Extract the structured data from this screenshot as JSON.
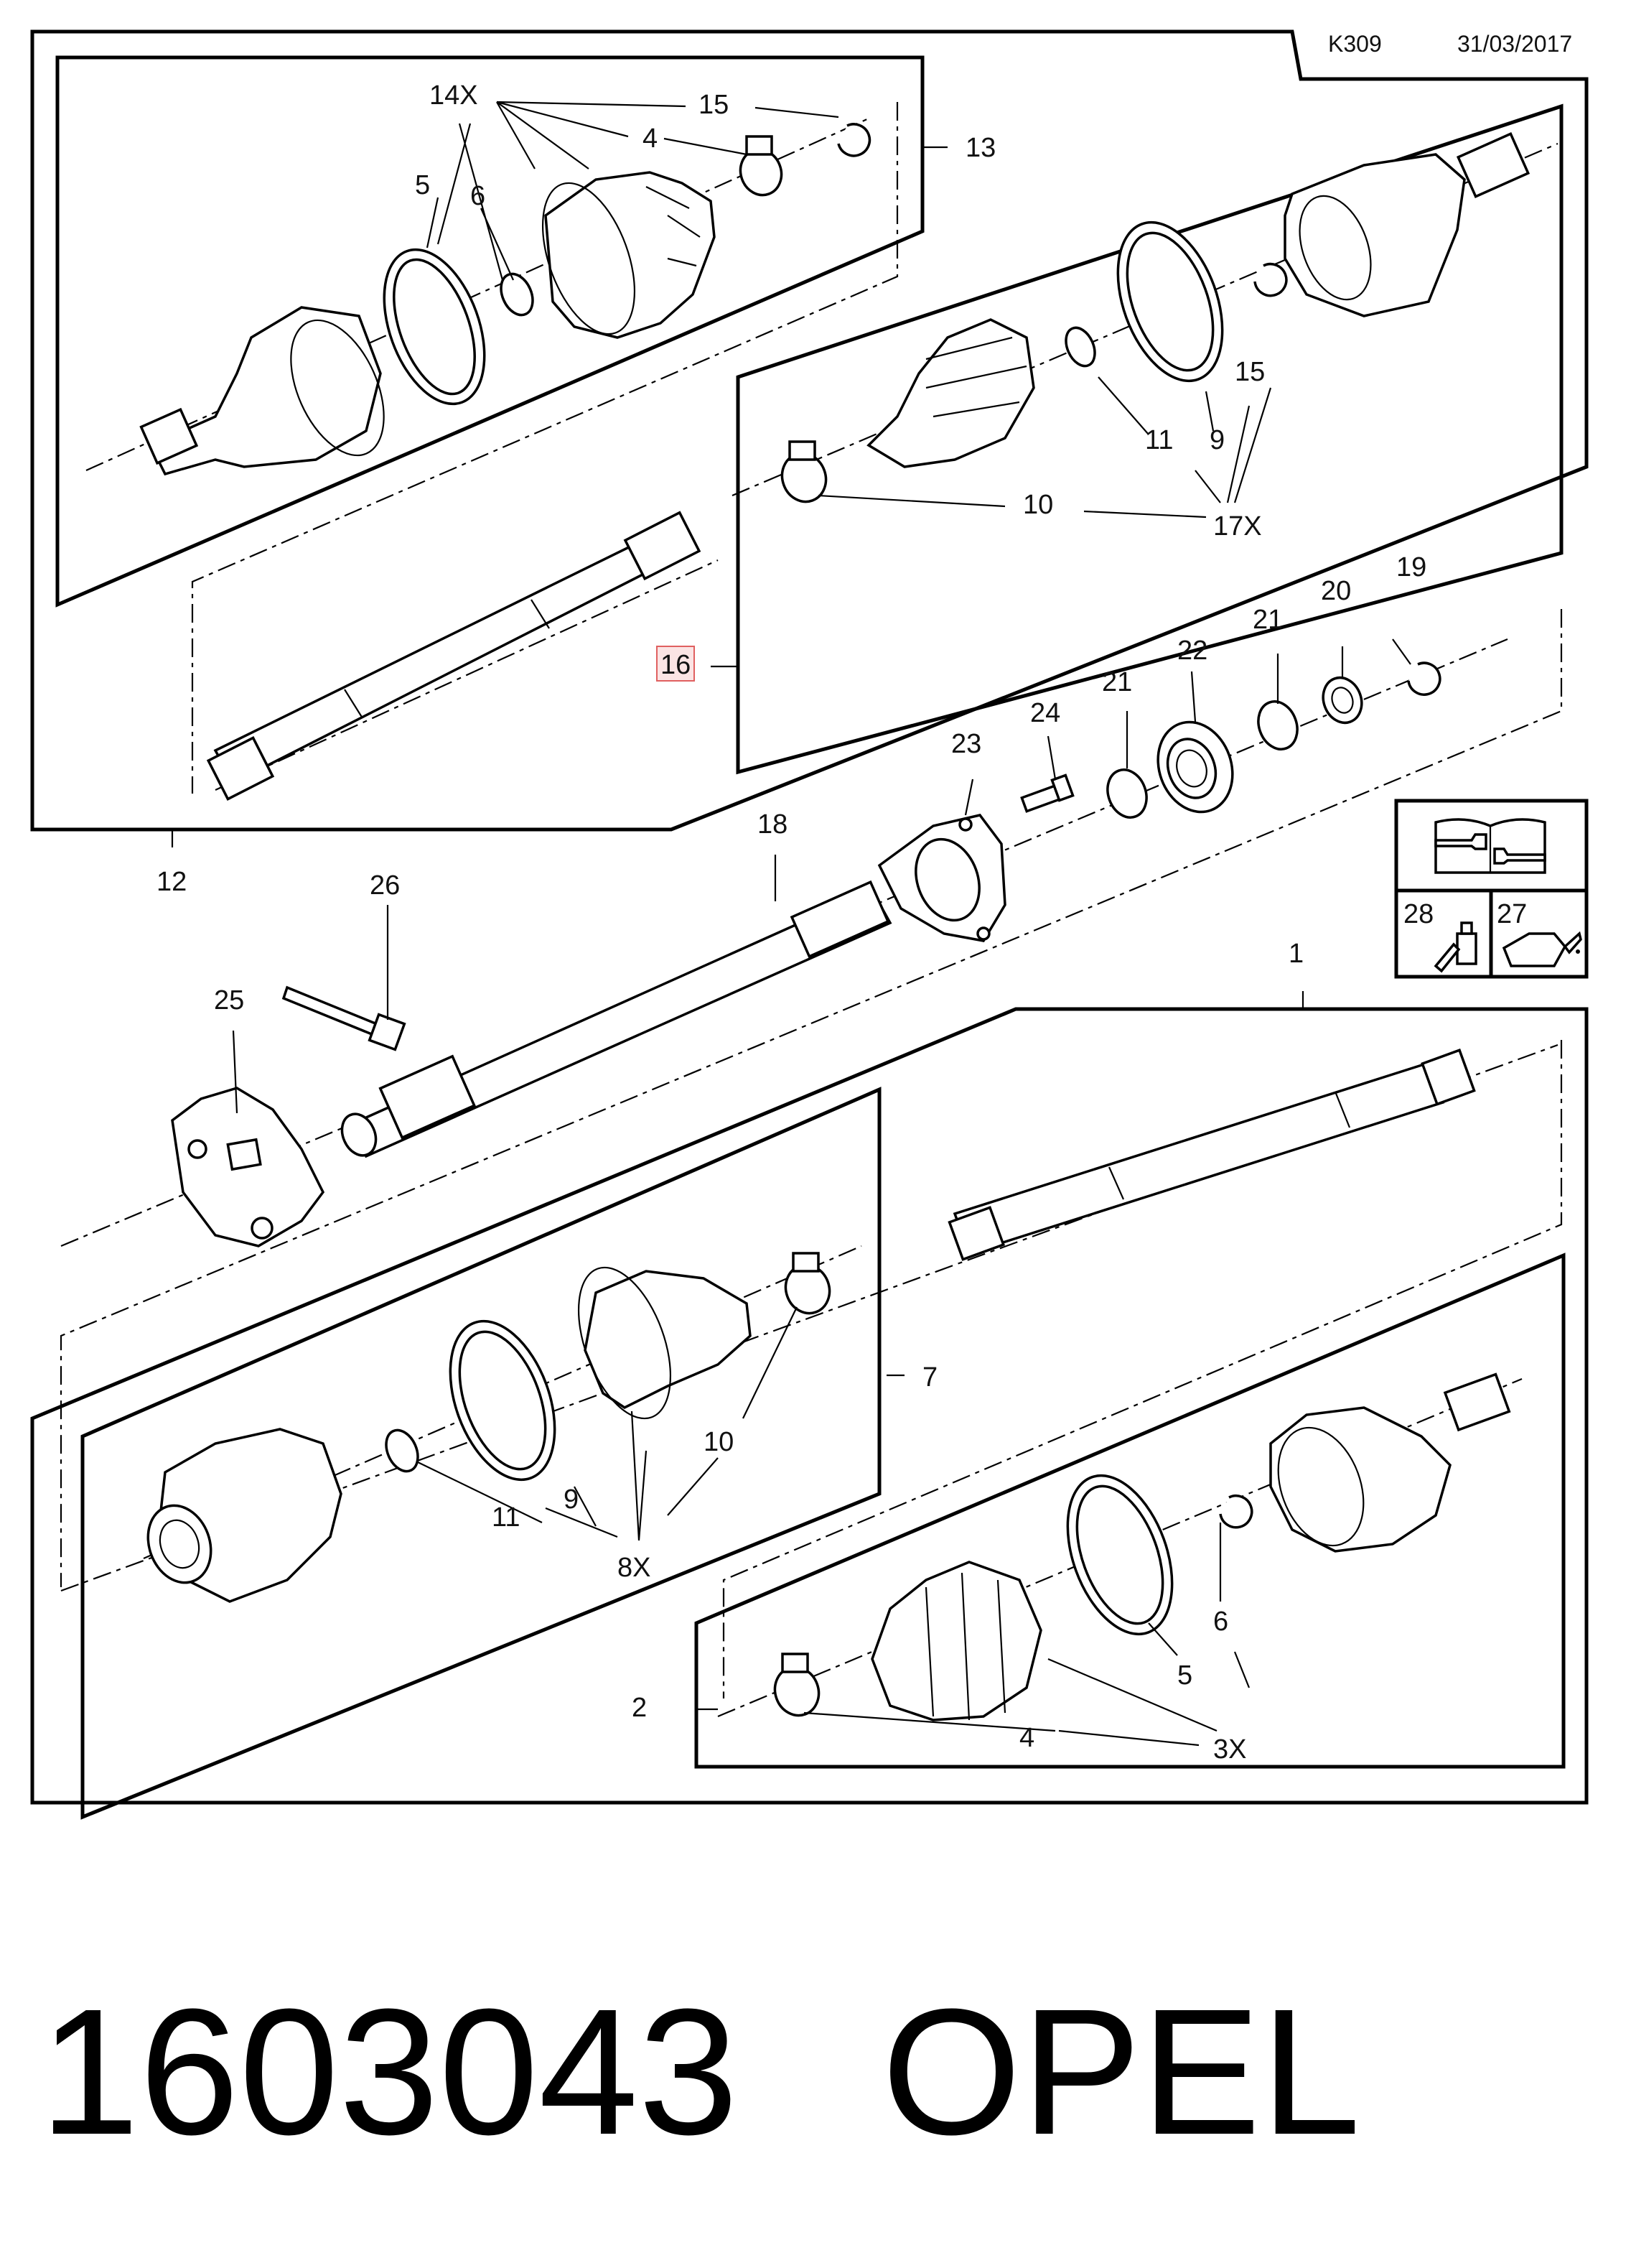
{
  "header": {
    "page_code": "K309",
    "date": "31/03/2017"
  },
  "callouts": {
    "c1": "1",
    "c2": "2",
    "c4a": "4",
    "c4b": "4",
    "c5a": "5",
    "c5b": "5",
    "c6a": "6",
    "c6b": "6",
    "c7": "7",
    "c8x": "8X",
    "c9a": "9",
    "c9b": "9",
    "c10a": "10",
    "c10b": "10",
    "c11a": "11",
    "c11b": "11",
    "c12": "12",
    "c13": "13",
    "c14x": "14X",
    "c15a": "15",
    "c15b": "15",
    "c16": "16",
    "c17x": "17X",
    "c18": "18",
    "c19": "19",
    "c20": "20",
    "c21a": "21",
    "c21b": "21",
    "c22": "22",
    "c23": "23",
    "c24": "24",
    "c25": "25",
    "c26": "26",
    "c27": "27",
    "c28": "28",
    "c3x": "3X"
  },
  "highlighted_callout": "16",
  "icons": {
    "manual": "service-manual-wrench-book-icon",
    "grease": "grease-tube-icon",
    "oil": "oil-can-icon"
  },
  "footer": {
    "part_number": "1603043",
    "brand": "OPEL"
  }
}
